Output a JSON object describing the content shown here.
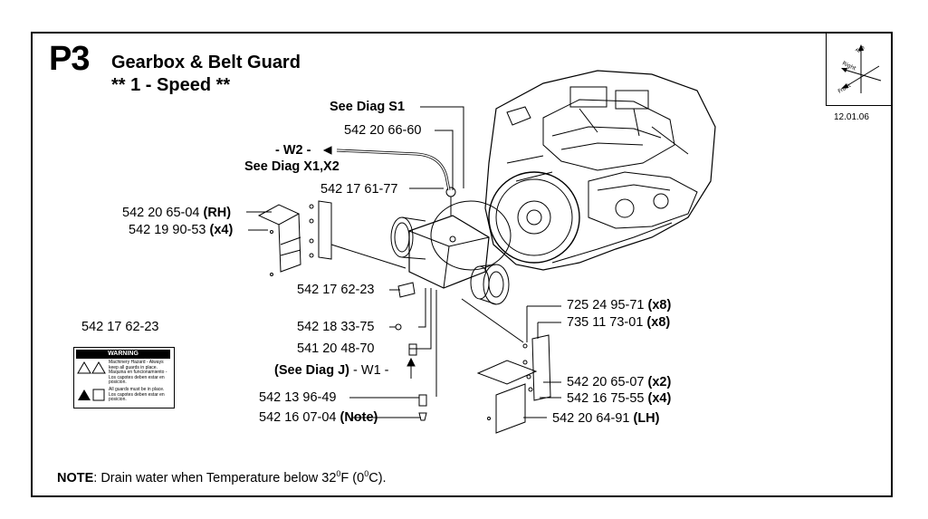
{
  "header": {
    "code": "P3",
    "title": "Gearbox & Belt Guard",
    "subtitle": "** 1 - Speed **",
    "date": "12.01.06"
  },
  "compass": {
    "top": "Top",
    "right": "Right",
    "front": "Front"
  },
  "labels": {
    "see_diag_s1": "See Diag S1",
    "p_542206660": "542 20 66-60",
    "w2_prefix": "- W2 -",
    "see_diag_x1x2": "See Diag X1,X2",
    "p_542176177": "542 17 61-77",
    "p_542206504": "542 20 65-04",
    "p_542206504_q": "(RH)",
    "p_542199053": "542 19 90-53",
    "p_542199053_q": "(x4)",
    "p_542176223": "542 17 62-23",
    "p_542183375": "542 18 33-75",
    "p_541204870": "541 20 48-70",
    "see_diag_j": "(See Diag J)",
    "w1": "- W1 -",
    "p_542139649": "542 13 96-49",
    "p_542160704": "542 16 07-04",
    "p_542160704_q": "(Note)",
    "p_725249571": "725 24 95-71",
    "p_725249571_q": "(x8)",
    "p_735117301": "735 11 73-01",
    "p_735117301_q": "(x8)",
    "p_542206507": "542 20 65-07",
    "p_542206507_q": "(x2)",
    "p_542167555": "542 16 75-55",
    "p_542167555_q": "(x4)",
    "p_542206491": "542 20 64-91",
    "p_542206491_q": "(LH)",
    "decal_part": "542 17 62-23"
  },
  "warning_decal": {
    "header": "WARNING",
    "line1": "Machinery Hazard - Always keep all guards in place. Maquina en funcionamiento - Los capotes deben estar en posicion.",
    "line2": "All guards must be in place. Los capotes deben estar en posicion."
  },
  "note": {
    "label": "NOTE",
    "text_a": ": Drain water when Temperature below 32",
    "sup_a": "0",
    "text_b": "F (0",
    "sup_b": "0",
    "text_c": "C)."
  }
}
